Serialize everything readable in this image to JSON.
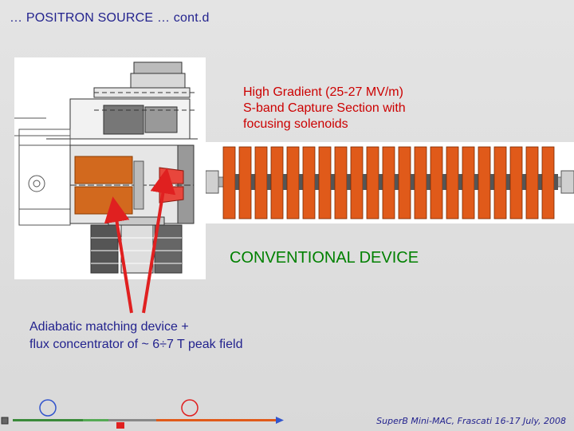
{
  "slide": {
    "title": "… POSITRON SOURCE … cont.d"
  },
  "capture_section": {
    "label_lines": [
      "High Gradient (25-27 MV/m)",
      "S-band Capture Section with",
      "focusing solenoids"
    ]
  },
  "conventional_device": {
    "label": "CONVENTIONAL DEVICE"
  },
  "matching_device": {
    "label_lines": [
      "Adiabatic matching device +",
      "flux concentrator of ~ 6÷7 T peak field"
    ]
  },
  "footer": {
    "text": "SuperB Mini-MAC, Frascati 16-17 July, 2008"
  },
  "colors": {
    "title_blue": "#23238e",
    "label_red": "#cc0000",
    "label_green": "#008000",
    "solenoid_orange": "#e05a1a",
    "device_orange": "#d2691e",
    "concentrator_red": "#e8463c",
    "arrow_red": "#e02020"
  }
}
